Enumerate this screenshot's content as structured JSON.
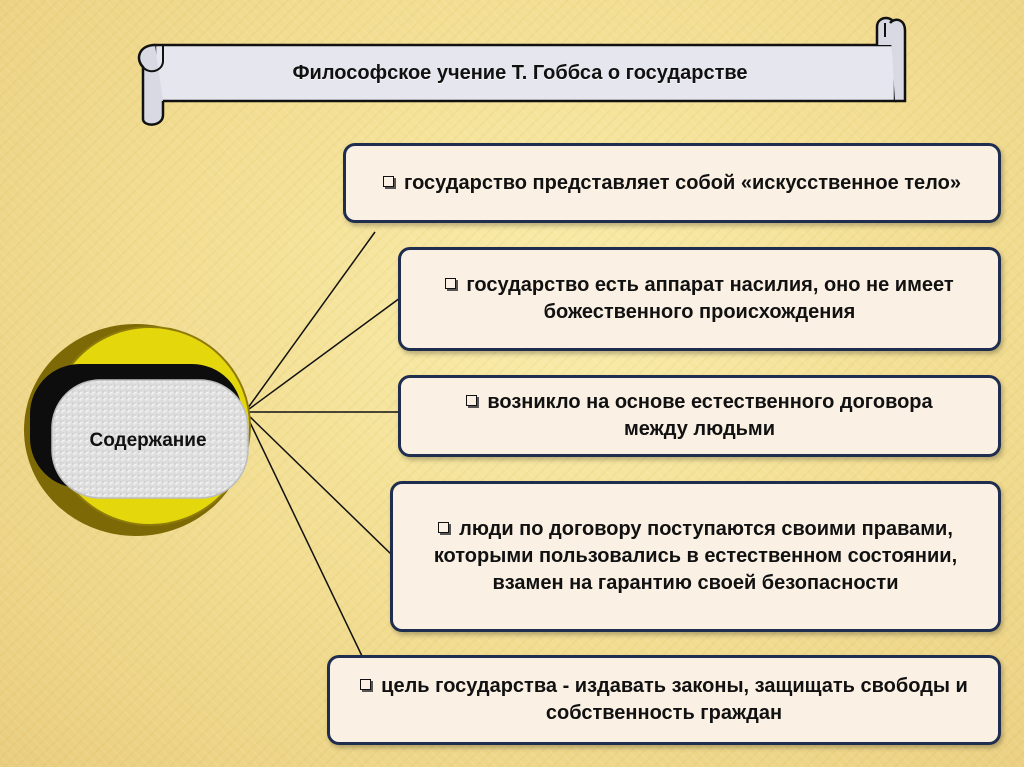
{
  "title": "Философское учение  Т. Гоббса о государстве",
  "center_label": "Содержание",
  "items": [
    {
      "text": "государство представляет собой «искусственное тело»"
    },
    {
      "text": "государство есть аппарат насилия, оно не имеет божественного происхождения"
    },
    {
      "text": "возникло на основе естественного договора между людьми"
    },
    {
      "text": "люди по договору поступаются своими правами, которыми пользовались в естественном состоянии, взамен на гарантию своей безопасности"
    },
    {
      "text": "цель государства - издавать законы, защищать свободы и собственность граждан"
    }
  ],
  "colors": {
    "box_border": "#1f2d4f",
    "box_fill": "#faf0e4",
    "badge_rim": "#7d6a06",
    "badge_face": "#e4d80c",
    "scroll_fill": "#e7e7ef"
  },
  "bullet_icon": "checkbox-bullet"
}
